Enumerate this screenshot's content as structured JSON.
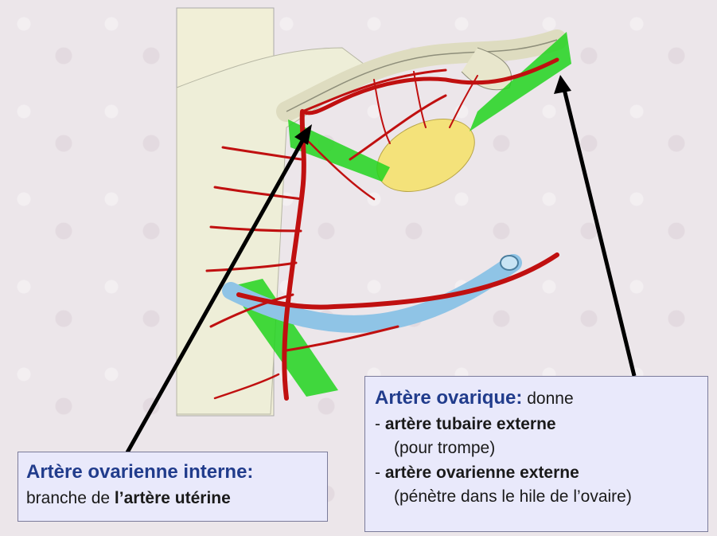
{
  "callouts": {
    "ovarian_internal": {
      "title": "Artère ovarienne interne:",
      "text_prefix": "branche de ",
      "text_bold": "l’artère utérine"
    },
    "ovarian": {
      "title": "Artère ovarique:",
      "title_suffix": " donne",
      "item1_dash": "- ",
      "item1_bold": "artère tubaire externe",
      "item1_note": "(pour trompe)",
      "item2_dash": "- ",
      "item2_bold": "artère ovarienne externe",
      "item2_note": "(pénètre dans le hile de l’ovaire)"
    }
  },
  "colors": {
    "artery": "#c01010",
    "ligament": "#22d41e",
    "ureter": "#8fc4e6",
    "ovary": "#f4e27a",
    "tissue": "#f1efd7",
    "callout_bg": "#e9e9fb",
    "title": "#213c8c"
  }
}
